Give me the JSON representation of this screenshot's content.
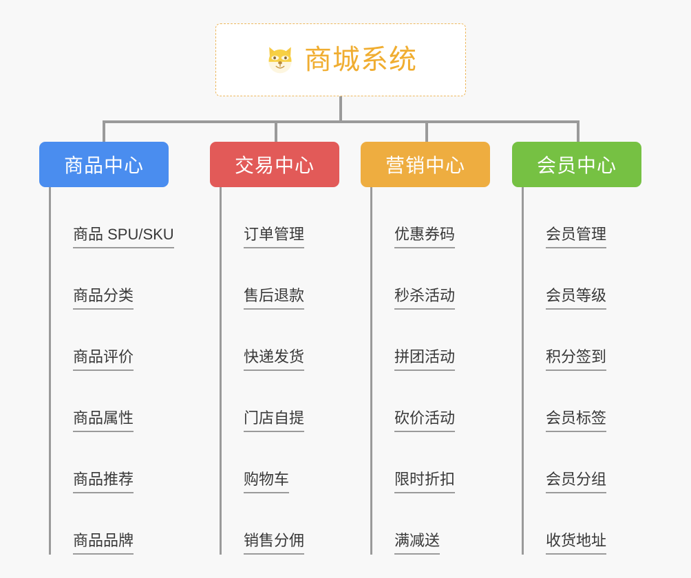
{
  "page": {
    "background_color": "#f8f8f8",
    "type": "mind-map"
  },
  "root": {
    "title": "商城系统",
    "icon": "shiba-dog-face-icon",
    "text_color": "#f0ad30",
    "border_color": "#edb75c",
    "background_color": "#ffffff"
  },
  "connector": {
    "color": "#9a9a9a"
  },
  "branches": [
    {
      "label": "商品中心",
      "color": "#4a8def",
      "items": [
        "商品 SPU/SKU",
        "商品分类",
        "商品评价",
        "商品属性",
        "商品推荐",
        "商品品牌"
      ]
    },
    {
      "label": "交易中心",
      "color": "#e25a58",
      "items": [
        "订单管理",
        "售后退款",
        "快递发货",
        "门店自提",
        "购物车",
        "销售分佣"
      ]
    },
    {
      "label": "营销中心",
      "color": "#eead40",
      "items": [
        "优惠券码",
        "秒杀活动",
        "拼团活动",
        "砍价活动",
        "限时折扣",
        "满减送"
      ]
    },
    {
      "label": "会员中心",
      "color": "#76c143",
      "items": [
        "会员管理",
        "会员等级",
        "积分签到",
        "会员标签",
        "会员分组",
        "收货地址"
      ]
    }
  ]
}
